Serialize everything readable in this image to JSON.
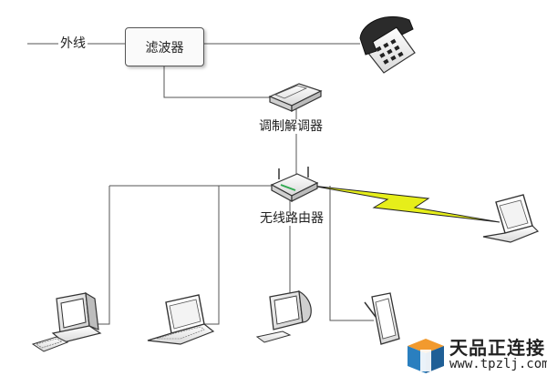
{
  "labels": {
    "outer_line": "外线",
    "filter": "滤波器",
    "modem": "调制解调器",
    "router": "无线路由器"
  },
  "logo": {
    "name": "天品正连接",
    "url": "www.tpzlj.com"
  },
  "colors": {
    "line": "#555555",
    "device_stroke": "#3a3a3a",
    "wireless_fill": "#e6ee1a",
    "wireless_stroke": "#222222",
    "logo_blue": "#2a7fbf",
    "logo_orange": "#f29a2e"
  },
  "icons": [
    "telephone-icon",
    "modem-icon",
    "router-icon",
    "laptop-icon",
    "desktop-computer-icon",
    "imac-icon",
    "tablet-icon"
  ]
}
